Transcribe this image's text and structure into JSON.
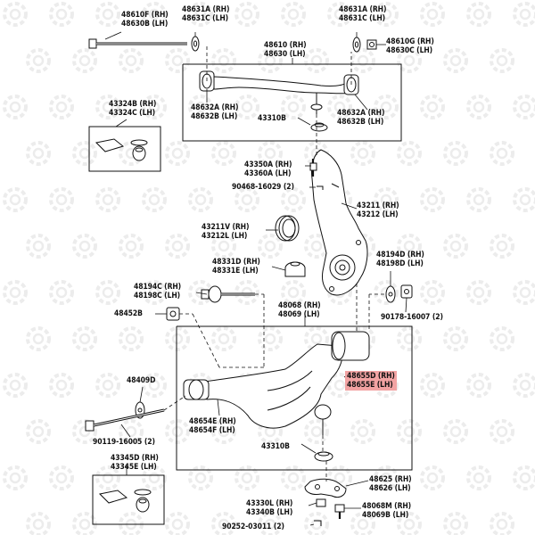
{
  "labels": {
    "l48610f": [
      "48610F (RH)",
      "48630B (LH)"
    ],
    "l48631a_l": [
      "48631A (RH)",
      "48631C (LH)"
    ],
    "l48631a_r": [
      "48631A (RH)",
      "48631C (LH)"
    ],
    "l48610g": [
      "48610G (RH)",
      "48630C (LH)"
    ],
    "l48610": [
      "48610 (RH)",
      "48630 (LH)"
    ],
    "l48632a_l": [
      "48632A (RH)",
      "48632B (LH)"
    ],
    "l48632a_r": [
      "48632A (RH)",
      "48632B (LH)"
    ],
    "l43310b_top": [
      "43310B"
    ],
    "l43324b": [
      "43324B (RH)",
      "43324C (LH)"
    ],
    "l43350a": [
      "43350A (RH)",
      "43360A (LH)"
    ],
    "l90468": [
      "90468-16029 (2)"
    ],
    "l43211": [
      "43211 (RH)",
      "43212 (LH)"
    ],
    "l43211v": [
      "43211V (RH)",
      "43212L (LH)"
    ],
    "l48331d": [
      "48331D (RH)",
      "48331E (LH)"
    ],
    "l48194d": [
      "48194D (RH)",
      "48198D (LH)"
    ],
    "l48194c": [
      "48194C (RH)",
      "48198C (LH)"
    ],
    "l48452b": [
      "48452B"
    ],
    "l48068": [
      "48068 (RH)",
      "48069 (LH)"
    ],
    "l90178": [
      "90178-16007 (2)"
    ],
    "l48409d": [
      "48409D"
    ],
    "l48655d": [
      "48655D (RH)",
      "48655E (LH)"
    ],
    "l48654e": [
      "48654E (RH)",
      "48654F (LH)"
    ],
    "l90119": [
      "90119-16005 (2)"
    ],
    "l43310b_bot": [
      "43310B"
    ],
    "l43345d": [
      "43345D (RH)",
      "43345E (LH)"
    ],
    "l48625": [
      "48625 (RH)",
      "48626 (LH)"
    ],
    "l43330l": [
      "43330L (RH)",
      "43340B (LH)"
    ],
    "l48068m": [
      "48068M (RH)",
      "48069B (LH)"
    ],
    "l90252": [
      "90252-03011 (2)"
    ]
  },
  "colors": {
    "line": "#111111",
    "highlight": "#f2a3a3",
    "watermark": "#ececec"
  }
}
